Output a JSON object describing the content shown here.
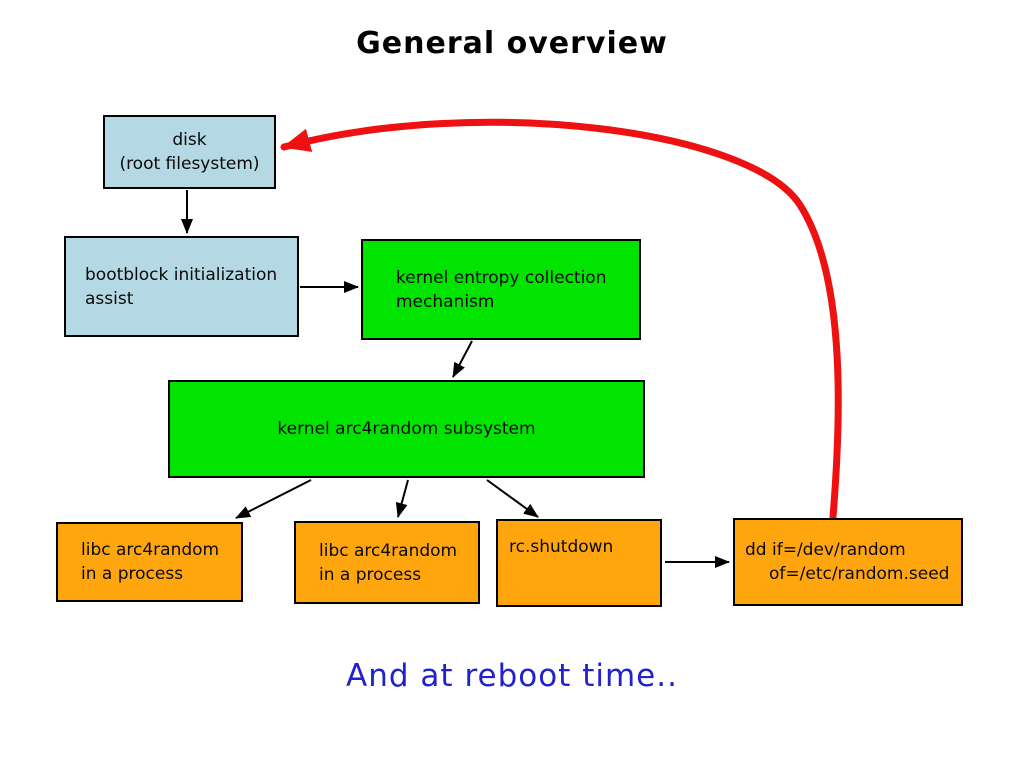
{
  "title": "General overview",
  "footer": "And at reboot time..",
  "colors": {
    "box_blue": "#b4d9e4",
    "box_green": "#00e400",
    "box_orange": "#ffa60f",
    "arrow_red": "#ee1111",
    "arrow_black": "#000000",
    "footer_blue": "#2222cc",
    "border": "#000000",
    "background": "#ffffff"
  },
  "nodes": {
    "disk": {
      "line1": "disk",
      "line2": "(root filesystem)"
    },
    "bootblock": {
      "line1": "bootblock initialization",
      "line2": "assist"
    },
    "entropy": {
      "line1": "kernel entropy collection",
      "line2": "mechanism"
    },
    "arc4random": {
      "line1": "kernel arc4random subsystem"
    },
    "libc1": {
      "line1": "libc arc4random",
      "line2": "in a process"
    },
    "libc2": {
      "line1": "libc arc4random",
      "line2": "in a process"
    },
    "rcshutdown": {
      "line1": "rc.shutdown"
    },
    "dd": {
      "line1": "dd if=/dev/random",
      "line2": "of=/etc/random.seed"
    }
  }
}
